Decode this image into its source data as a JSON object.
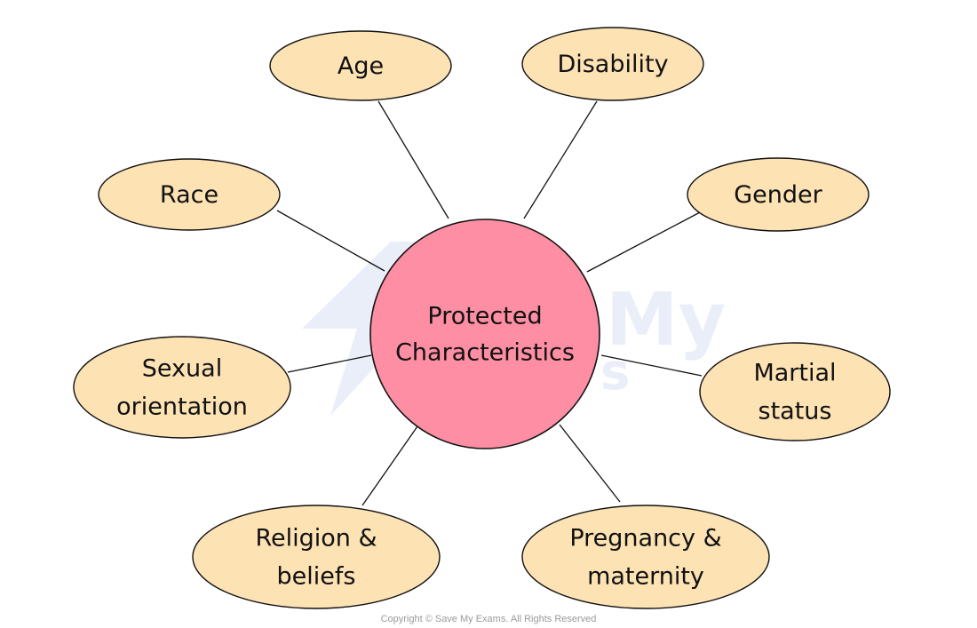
{
  "diagram": {
    "center": {
      "lines": [
        "Protected",
        "Characteristics"
      ],
      "fill": "#fd8ea3"
    },
    "nodes": [
      {
        "id": "age",
        "lines": [
          "Age"
        ]
      },
      {
        "id": "disability",
        "lines": [
          "Disability"
        ]
      },
      {
        "id": "race",
        "lines": [
          "Race"
        ]
      },
      {
        "id": "gender",
        "lines": [
          "Gender"
        ]
      },
      {
        "id": "sexual-orientation",
        "lines": [
          "Sexual",
          "orientation"
        ]
      },
      {
        "id": "martial-status",
        "lines": [
          "Martial",
          "status"
        ]
      },
      {
        "id": "religion-beliefs",
        "lines": [
          "Religion &",
          "beliefs"
        ]
      },
      {
        "id": "pregnancy-maternity",
        "lines": [
          "Pregnancy &",
          "maternity"
        ]
      }
    ],
    "node_fill": "#fde2b4",
    "stroke": "#111111",
    "watermark": {
      "mark": "bolt-logo",
      "text_lines": [
        "My",
        "s"
      ],
      "color": "#e9eef8"
    }
  },
  "copyright": "Copyright © Save My Exams. All Rights Reserved"
}
